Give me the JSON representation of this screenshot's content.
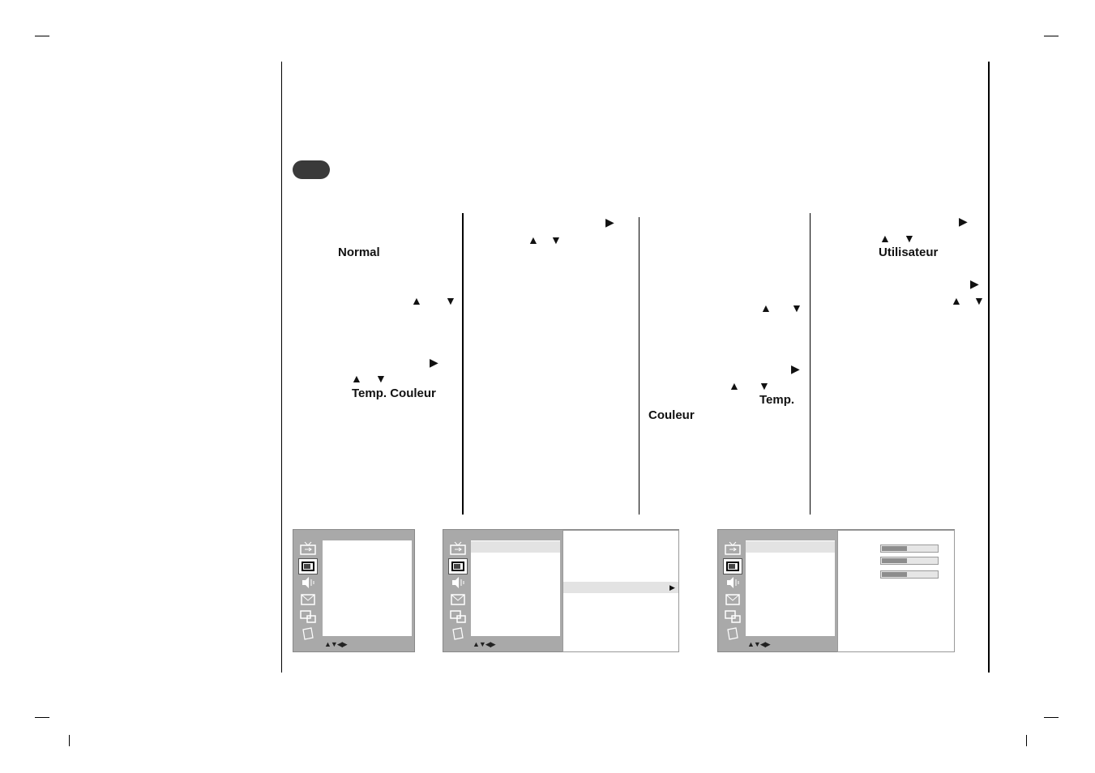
{
  "col1": {
    "normal": "Normal",
    "temp_couleur": "Temp. Couleur"
  },
  "col4": {
    "utilisateur": "Utilisateur"
  },
  "col3": {
    "temp": "Temp.",
    "couleur": "Couleur"
  },
  "glyphs": {
    "up": "▲",
    "down": "▼",
    "right": "▶"
  },
  "osd": {
    "nav_hint": "▲▼◀▶"
  },
  "panel3_bars": [
    0.46,
    0.46,
    0.46
  ]
}
